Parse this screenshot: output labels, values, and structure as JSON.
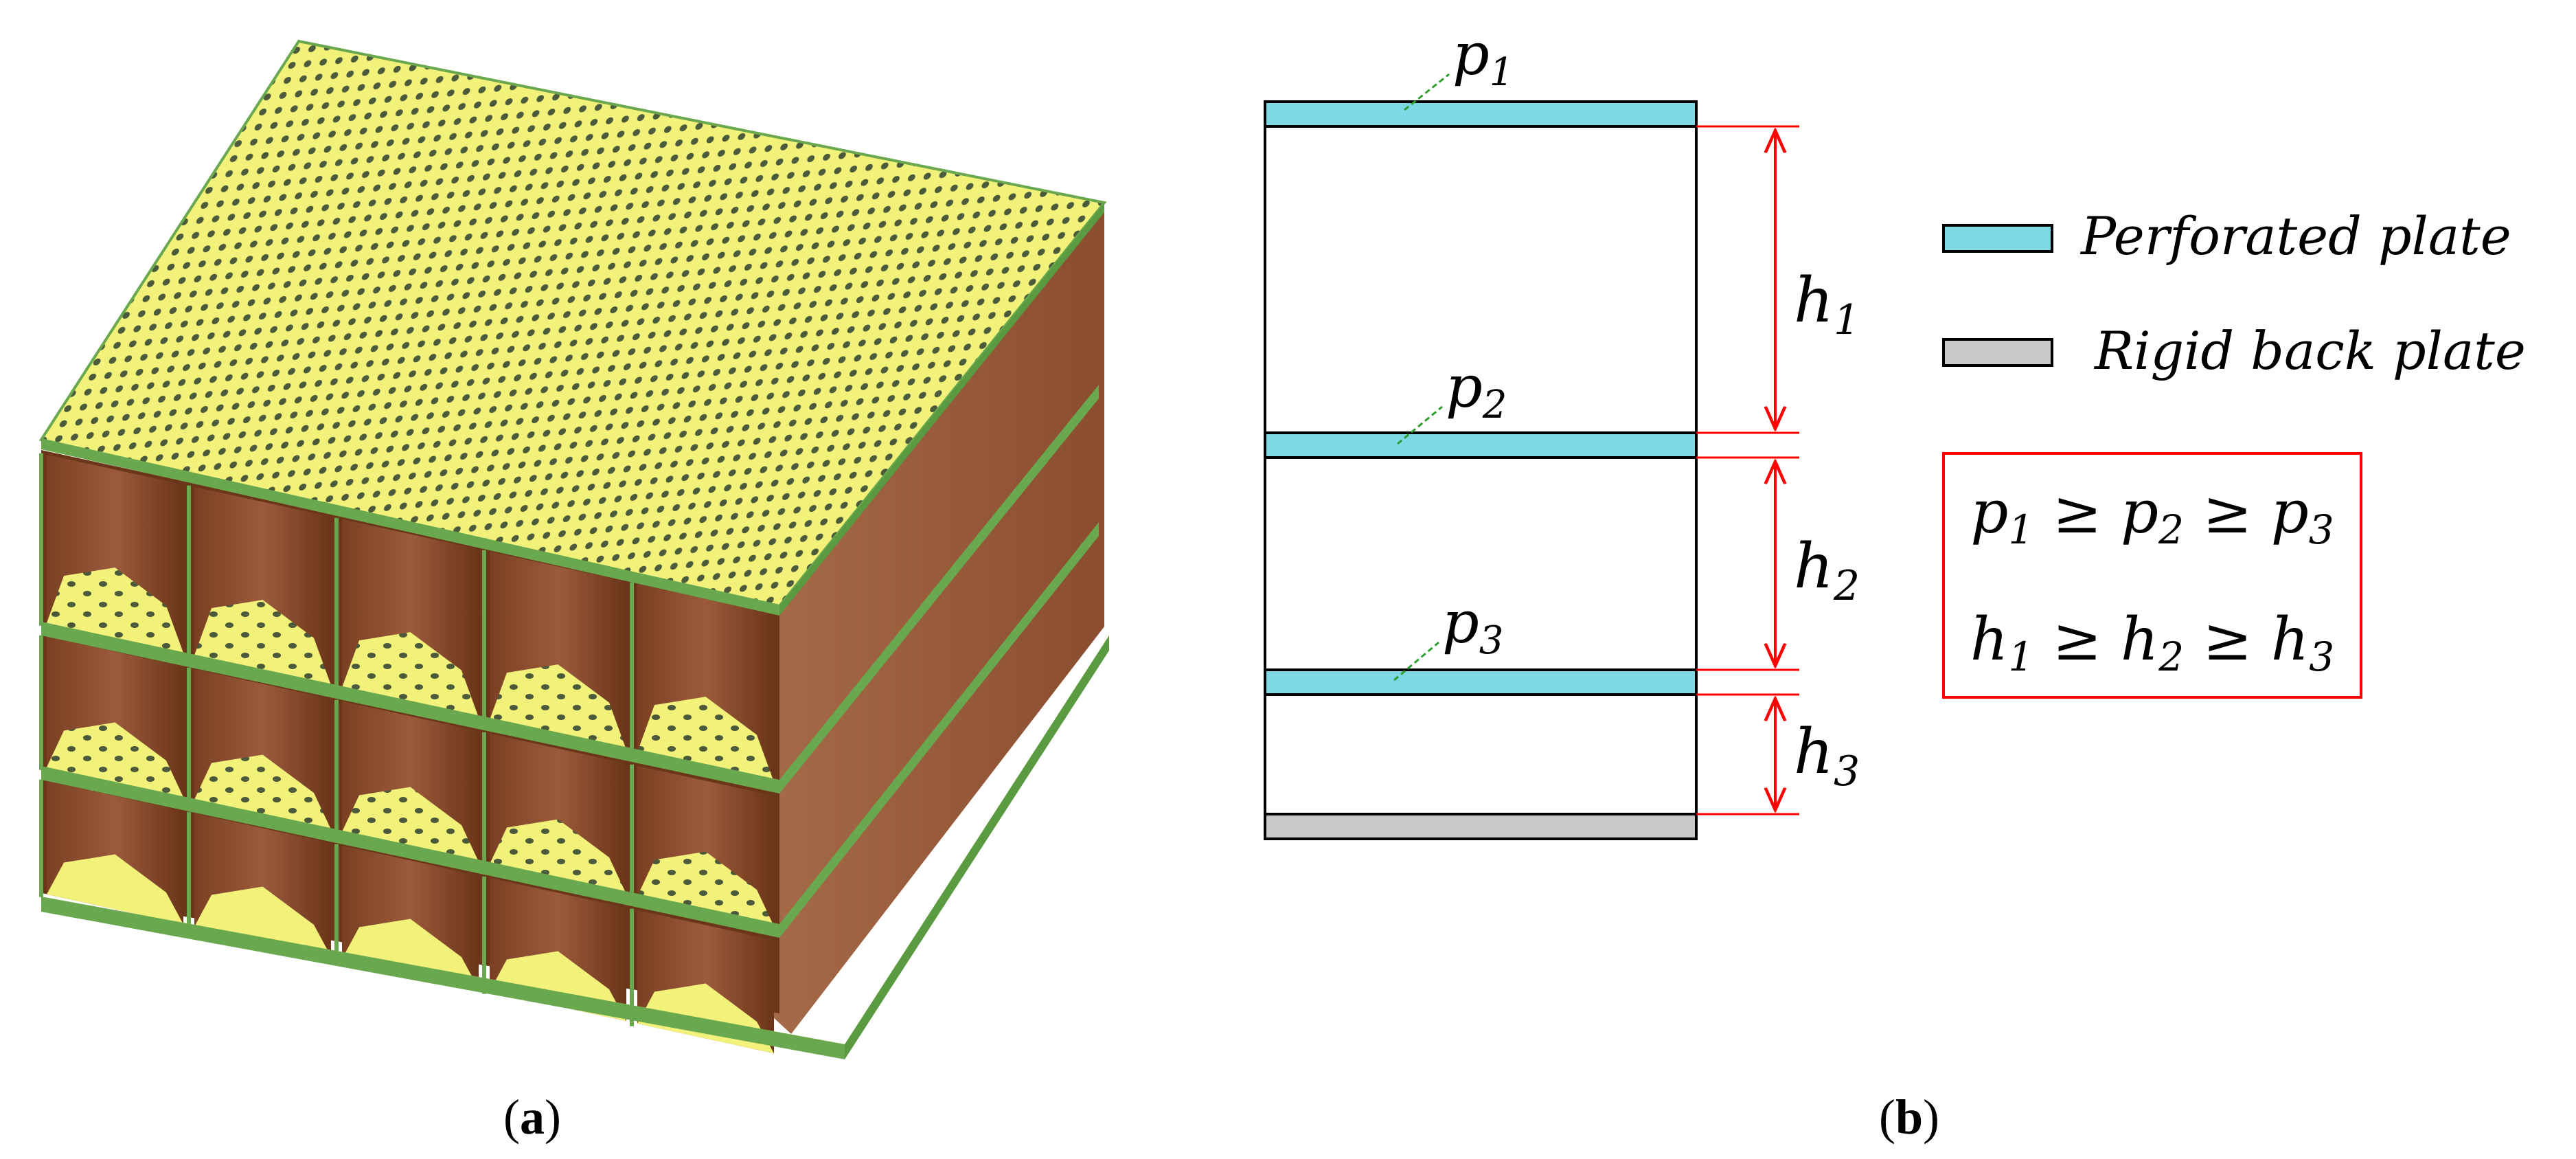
{
  "panels": {
    "a": {
      "caption_open": "(",
      "caption_letter": "a",
      "caption_close": ")"
    },
    "b": {
      "caption_open": "(",
      "caption_letter": "b",
      "caption_close": ")"
    }
  },
  "layers": [
    {
      "plate_label": "p",
      "plate_sub": "1",
      "gap_label": "h",
      "gap_sub": "1"
    },
    {
      "plate_label": "p",
      "plate_sub": "2",
      "gap_label": "h",
      "gap_sub": "2"
    },
    {
      "plate_label": "p",
      "plate_sub": "3",
      "gap_label": "h",
      "gap_sub": "3"
    }
  ],
  "legend": {
    "perforated": "Perforated plate",
    "rigid": "Rigid back plate"
  },
  "conditions": {
    "p_row": {
      "a": "p",
      "a_sub": "1",
      "op1": " ≥ ",
      "b": "p",
      "b_sub": "2",
      "op2": " ≥ ",
      "c": "p",
      "c_sub": "3"
    },
    "h_row": {
      "a": "h",
      "a_sub": "1",
      "op1": " ≥ ",
      "b": "h",
      "b_sub": "2",
      "op2": " ≥ ",
      "c": "h",
      "c_sub": "3"
    }
  },
  "colors": {
    "perforated_plate": "#7fd8e6",
    "rigid_plate": "#c8c8c8",
    "dimension": "#ff0000",
    "leader": "#2e9e2e",
    "wall": "#9c5a3c",
    "top_plate": "#f2f27a",
    "hole": "#4a5a3a",
    "plate_edge": "#6aa84f"
  }
}
